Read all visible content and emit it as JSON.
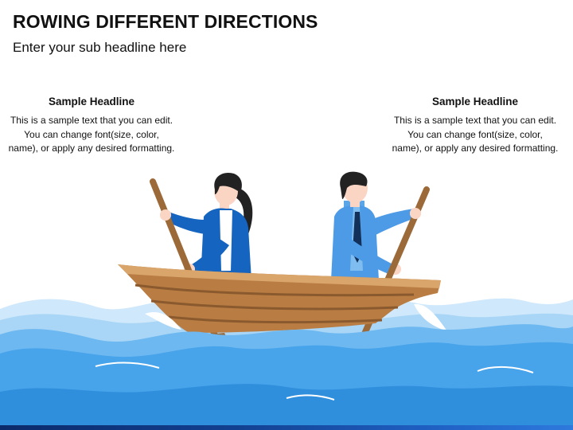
{
  "slide": {
    "title": "ROWING DIFFERENT DIRECTIONS",
    "subtitle": "Enter your sub headline here"
  },
  "blocks": [
    {
      "headline": "Sample Headline",
      "body": "This is a sample text that you can edit. You can change font(size, color, name), or apply any desired formatting."
    },
    {
      "headline": "Sample Headline",
      "body": "This is a sample text that you can edit. You can change font(size, color, name), or apply any desired formatting."
    }
  ],
  "colors": {
    "water_light": "#cfe8fb",
    "water_mid": "#8fcaf3",
    "water_main": "#4ea8ea",
    "water_deep": "#2f8fdd",
    "boat_light": "#c8935a",
    "boat_dark": "#8a5a2e",
    "suit": "#1565c0",
    "shirt": "#5aa5e8",
    "skin": "#fbd5c4",
    "hair": "#222222"
  },
  "icons": [
    "woman-rower-icon",
    "man-rower-icon",
    "rowing-boat-icon",
    "oar-icon",
    "wave-icon"
  ]
}
